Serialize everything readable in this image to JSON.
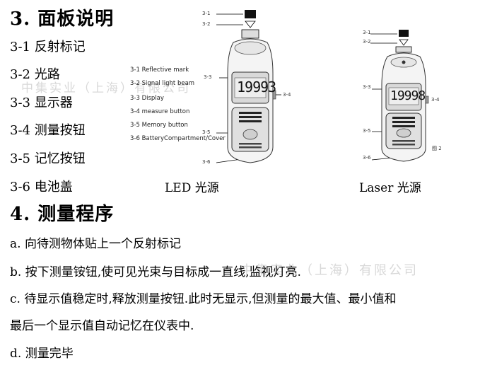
{
  "section3": {
    "title": "3. 面板说明",
    "items": [
      {
        "num": "3-1",
        "label": "反射标记"
      },
      {
        "num": "3-2",
        "label": "光路"
      },
      {
        "num": "3-3",
        "label": "显示器"
      },
      {
        "num": "3-4",
        "label": "测量按钮"
      },
      {
        "num": "3-5",
        "label": "记忆按钮"
      },
      {
        "num": "3-6",
        "label": "电池盖"
      }
    ]
  },
  "figure": {
    "led_legend": [
      "3-1 Reflective mark",
      "3-2 Signal light beam",
      "3-3 Display",
      "3-4 measure button",
      "3-5 Memory button",
      "3-6 BatteryCompartment/Cover"
    ],
    "led_callouts": [
      "3-1",
      "3-2",
      "3-3",
      "3-4",
      "3-5",
      "3-6"
    ],
    "laser_callouts": [
      "3-1",
      "3-2",
      "3-3",
      "3-4",
      "3-5",
      "3-6"
    ],
    "led_display": "19993",
    "laser_display": "19998",
    "fig_label": "图 2",
    "led_caption": "LED 光源",
    "laser_caption": "Laser 光源"
  },
  "section4": {
    "title": "4. 测量程序",
    "lines": [
      "a. 向待测物体贴上一个反射标记",
      "b. 按下测量铵钮,使可见光束与目标成一直线,监视灯亮.",
      "c. 待显示值稳定时,释放测量按钮.此时无显示,但测量的最大值、最小值和",
      "最后一个显示值自动记忆在仪表中.",
      "d. 测量完毕"
    ]
  },
  "watermarks": [
    "中集实业（上海）有限公司",
    "中集实业（上海）有限公司"
  ]
}
